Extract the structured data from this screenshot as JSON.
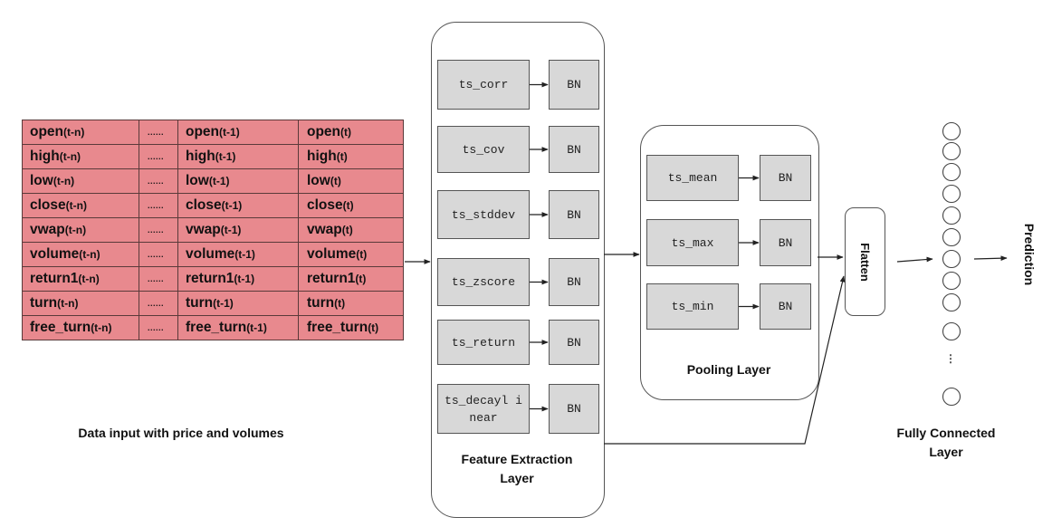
{
  "input_table": {
    "rows": [
      {
        "c1": "open",
        "c1s": "(t-n)",
        "dots": "......",
        "c3": "open",
        "c3s": "(t-1)",
        "c4": "open",
        "c4s": "(t)"
      },
      {
        "c1": "high",
        "c1s": "(t-n)",
        "dots": "......",
        "c3": "high",
        "c3s": "(t-1)",
        "c4": "high",
        "c4s": "(t)"
      },
      {
        "c1": "low",
        "c1s": "(t-n)",
        "dots": "......",
        "c3": "low",
        "c3s": "(t-1)",
        "c4": "low",
        "c4s": "(t)"
      },
      {
        "c1": "close",
        "c1s": "(t-n)",
        "dots": "......",
        "c3": "close",
        "c3s": "(t-1)",
        "c4": "close",
        "c4s": "(t)"
      },
      {
        "c1": "vwap",
        "c1s": "(t-n)",
        "dots": "......",
        "c3": "vwap",
        "c3s": "(t-1)",
        "c4": "vwap",
        "c4s": "(t)"
      },
      {
        "c1": "volume",
        "c1s": "(t-n)",
        "dots": "......",
        "c3": "volume",
        "c3s": "(t-1)",
        "c4": "volume",
        "c4s": "(t)"
      },
      {
        "c1": "return1",
        "c1s": "(t-n)",
        "dots": "......",
        "c3": "return1",
        "c3s": "(t-1)",
        "c4": "return1",
        "c4s": "(t)"
      },
      {
        "c1": "turn",
        "c1s": "(t-n)",
        "dots": "......",
        "c3": "turn",
        "c3s": "(t-1)",
        "c4": "turn",
        "c4s": "(t)"
      },
      {
        "c1": "free_turn",
        "c1s": "(t-n)",
        "dots": "......",
        "c3": "free_turn",
        "c3s": "(t-1)",
        "c4": "free_turn",
        "c4s": "(t)"
      }
    ],
    "caption": "Data input with price and volumes"
  },
  "feature_layer": {
    "ops": [
      "ts_corr",
      "ts_cov",
      "ts_stddev",
      "ts_zscore",
      "ts_return",
      "ts_decayl inear"
    ],
    "bn": "BN",
    "caption_line1": "Feature Extraction",
    "caption_line2": "Layer"
  },
  "pooling_layer": {
    "ops": [
      "ts_mean",
      "ts_max",
      "ts_min"
    ],
    "bn": "BN",
    "caption": "Pooling Layer"
  },
  "flatten": {
    "label": "Flatten"
  },
  "fully_connected": {
    "caption_line1": "Fully Connected",
    "caption_line2": "Layer",
    "ellipsis": "⋮"
  },
  "prediction": {
    "label": "Prediction"
  },
  "colors": {
    "table_fill": "#e8898e",
    "box_fill": "#d8d8d8",
    "stroke": "#555555"
  }
}
